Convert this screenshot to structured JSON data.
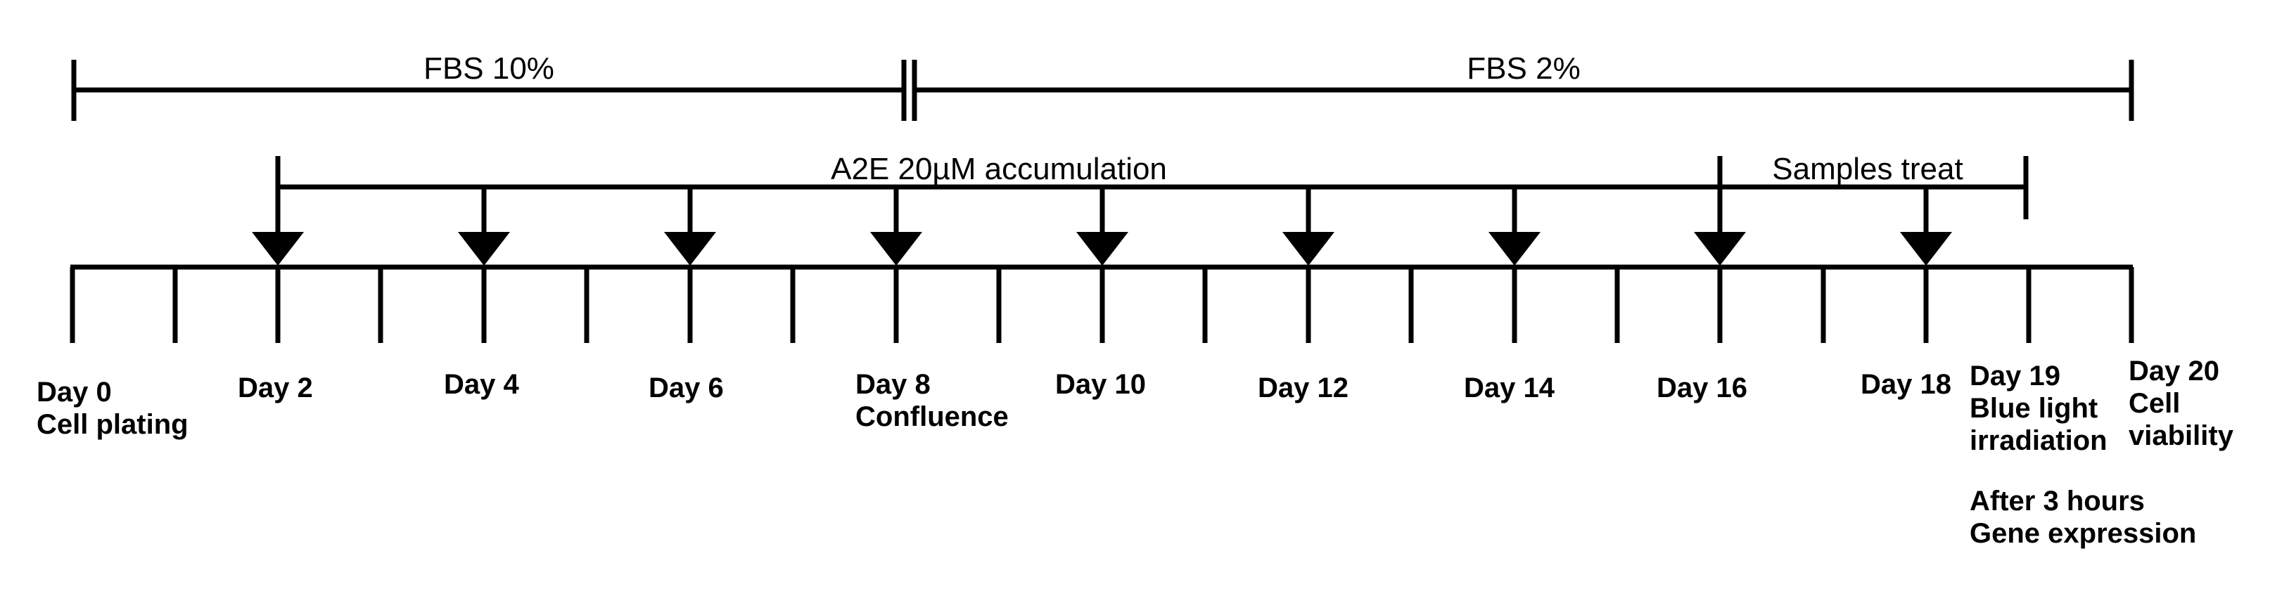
{
  "phases": {
    "fbs_high": "FBS 10%",
    "fbs_low": "FBS 2%",
    "accumulation": "A2E 20µM accumulation",
    "treatment": "Samples treat"
  },
  "days": [
    {
      "label": "Day 0",
      "note": [
        "Cell plating"
      ]
    },
    {
      "label": "Day 2",
      "note": []
    },
    {
      "label": "Day 4",
      "note": []
    },
    {
      "label": "Day 6",
      "note": []
    },
    {
      "label": "Day 8",
      "note": [
        "Confluence"
      ]
    },
    {
      "label": "Day 10",
      "note": []
    },
    {
      "label": "Day 12",
      "note": []
    },
    {
      "label": "Day 14",
      "note": []
    },
    {
      "label": "Day 16",
      "note": []
    },
    {
      "label": "Day 18",
      "note": []
    },
    {
      "label": "Day 19",
      "note": [
        "Blue light",
        "irradiation",
        "",
        "After 3 hours",
        "Gene expression"
      ]
    },
    {
      "label": "Day 20",
      "note": [
        "Cell",
        "viability"
      ]
    }
  ]
}
